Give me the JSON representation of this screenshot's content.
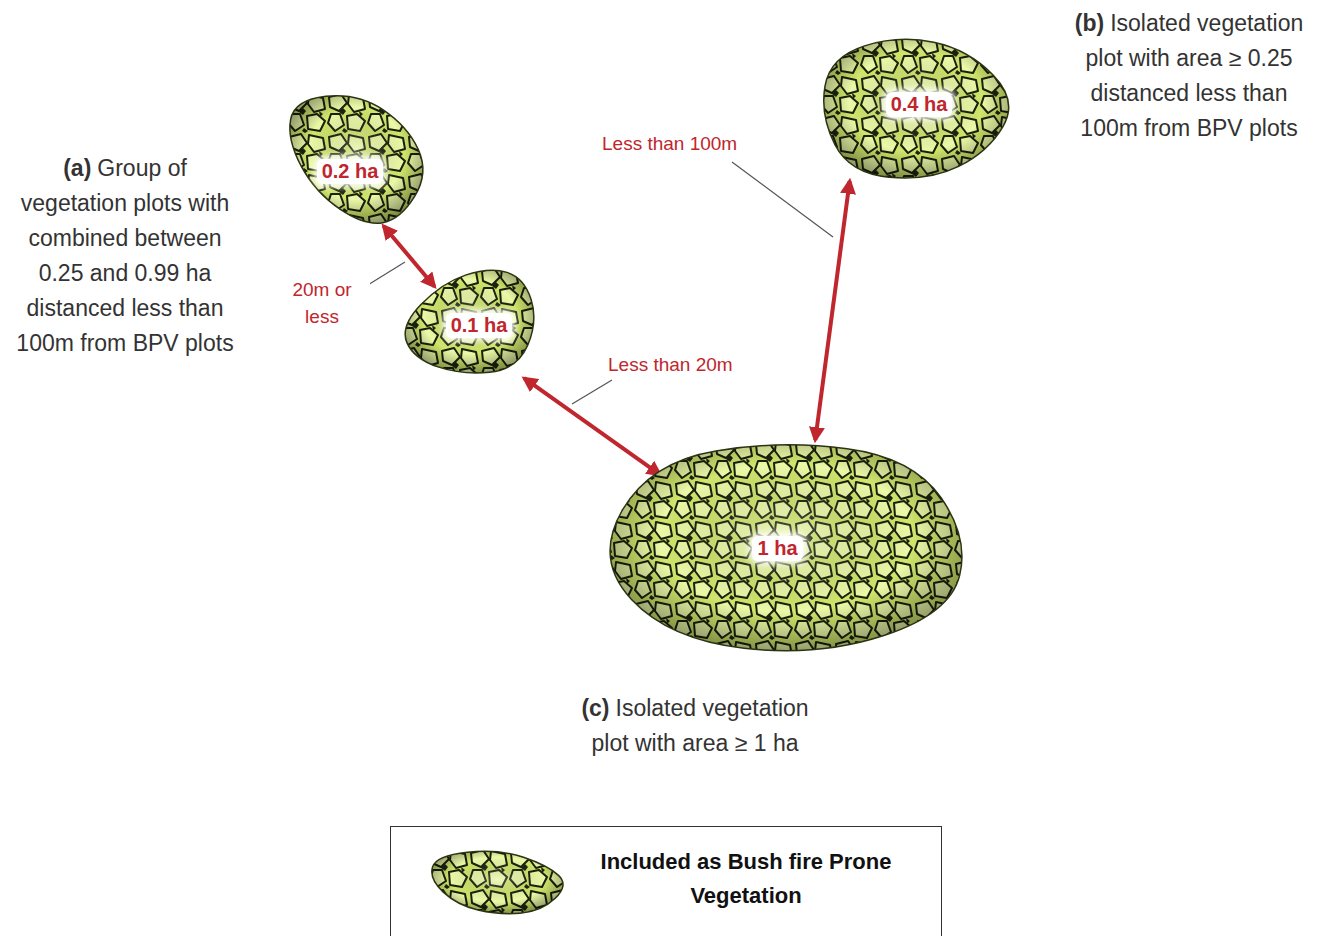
{
  "diagram": {
    "nodes": [
      {
        "text": [
          "0.4 ha"
        ]
      },
      {
        "text": [
          "0.2 ha"
        ]
      },
      {
        "text": [
          "0.1 ha"
        ]
      },
      {
        "text": [
          "1 ha"
        ]
      }
    ],
    "edges": [
      {
        "from": 1,
        "to": 2,
        "label": "20m or less",
        "arrow": "both"
      },
      {
        "from": 2,
        "to": 3,
        "label": "Less than 20m",
        "arrow": "both"
      },
      {
        "from": 0,
        "to": 3,
        "label": "Less than 100m",
        "arrow": "both"
      }
    ],
    "labels": [
      "(a)",
      "Group of vegetation plots with combined between 0.25 and 0.99 ha distanced less than 100m from BPV plots",
      "(b)",
      "Isolated vegetation plot with area ≥ 0.25 distanced less than 100m from BPV plots",
      "(c)",
      "Isolated vegetation plot with area ≥ 1 ha"
    ],
    "legend": [
      {
        "text": "Included as Bush fire Prone Vegetation"
      }
    ]
  }
}
